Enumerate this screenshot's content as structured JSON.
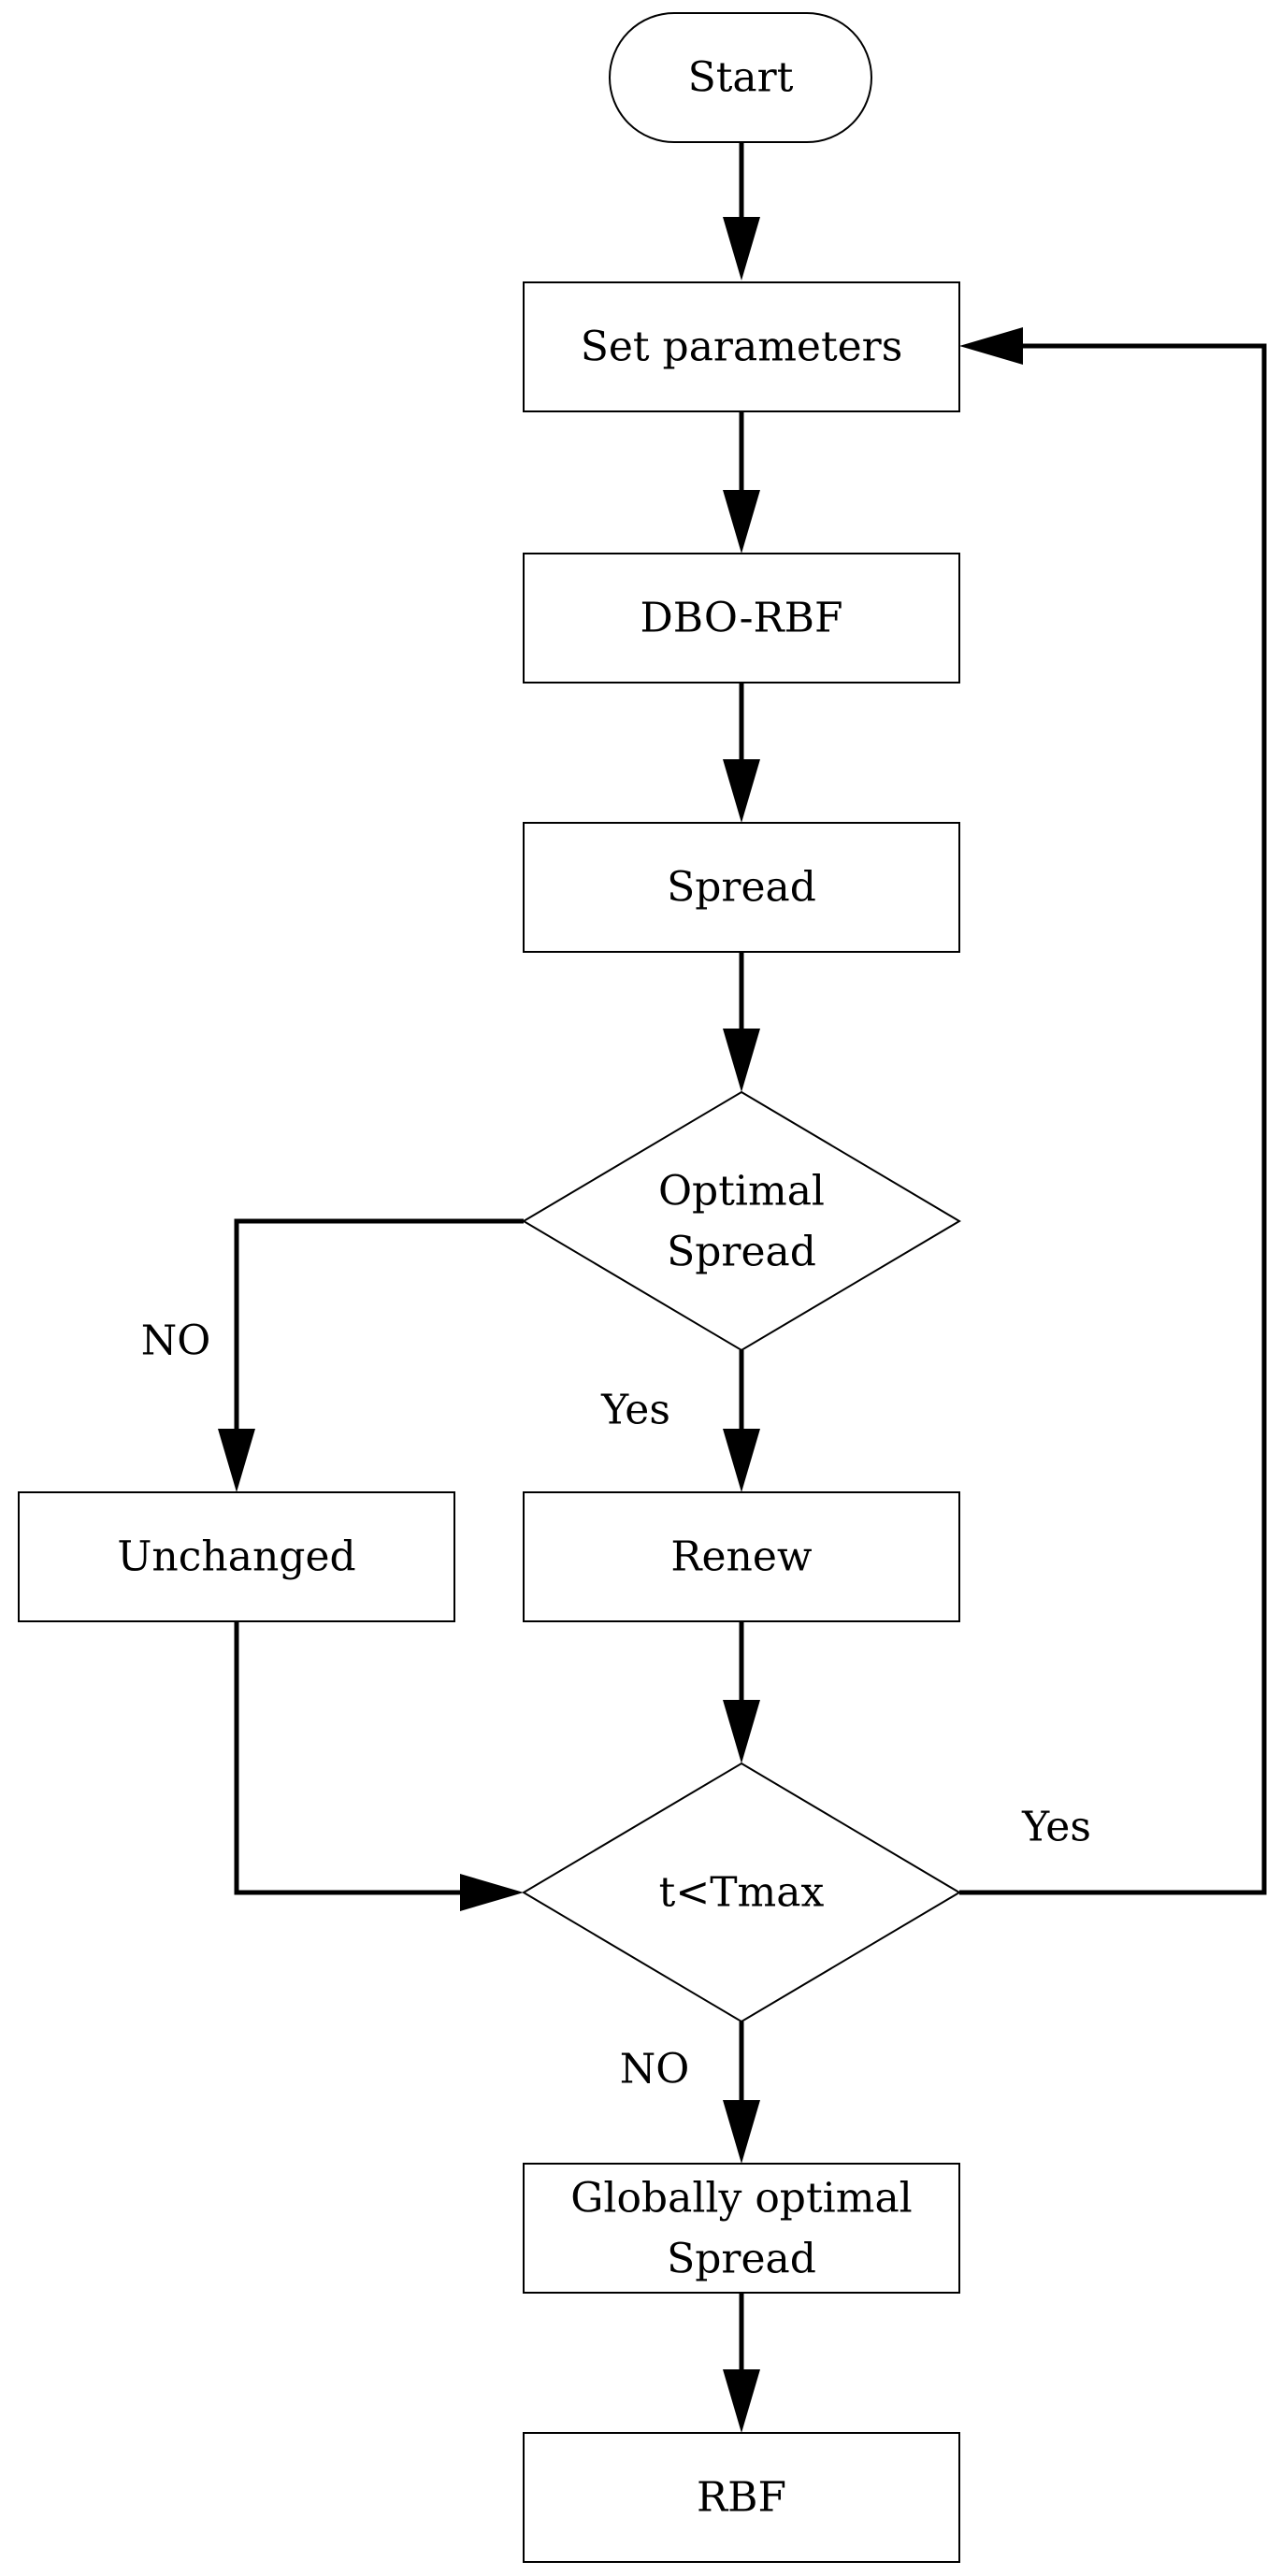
{
  "nodes": {
    "start": "Start",
    "set_parameters": "Set parameters",
    "dbo_rbf": "DBO-RBF",
    "spread": "Spread",
    "optimal_spread_line1": "Optimal",
    "optimal_spread_line2": "Spread",
    "unchanged": "Unchanged",
    "renew": "Renew",
    "t_lt_tmax": "t<Tmax",
    "globally_optimal_line1": "Globally optimal",
    "globally_optimal_line2": "Spread",
    "rbf": "RBF"
  },
  "edges": {
    "optimal_no": "NO",
    "optimal_yes": "Yes",
    "loop_yes": "Yes",
    "tmax_no": "NO"
  }
}
